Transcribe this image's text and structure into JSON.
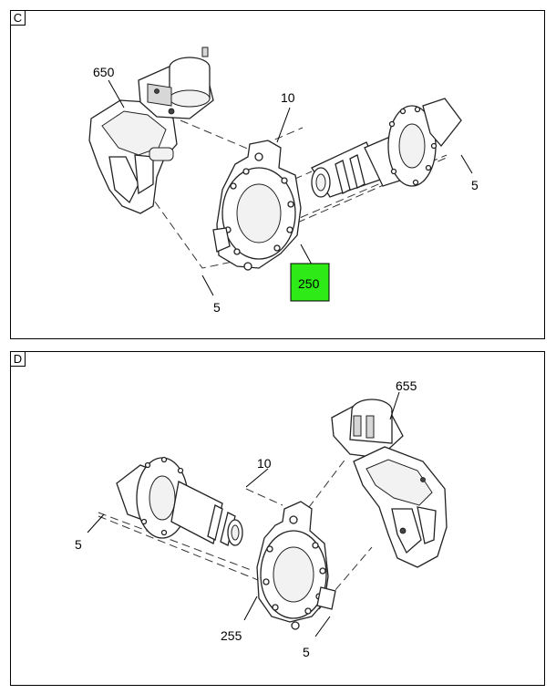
{
  "panels": [
    {
      "letter": "C",
      "labels": {
        "caliper": "650",
        "anchor_plate": "10",
        "bolts_right": "5",
        "bolts_left": "5",
        "highlighted_part": "250"
      },
      "highlight_color": "#2eea17"
    },
    {
      "letter": "D",
      "labels": {
        "caliper": "655",
        "anchor_plate": "10",
        "bolts_left": "5",
        "bolts_right": "5",
        "seal": "255"
      }
    }
  ]
}
